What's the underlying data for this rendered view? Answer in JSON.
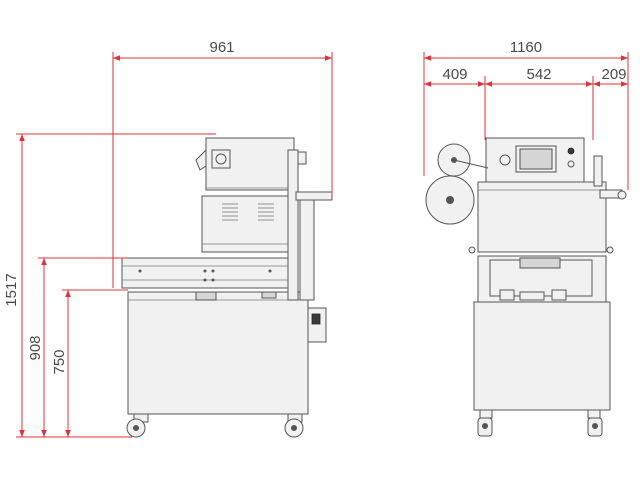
{
  "colors": {
    "dimension_line": "#e0303a",
    "outline": "#555555",
    "panel": "#f1f1f1",
    "background": "#ffffff"
  },
  "dimensions": {
    "side_width": "961",
    "front_total_width": "1160",
    "front_left_reel": "409",
    "front_body": "542",
    "front_right_arm": "209",
    "total_height": "1517",
    "tray_height": "908",
    "table_height": "750"
  },
  "icons": {
    "control_screen": "touch-screen-icon",
    "emergency_stop": "emergency-stop-icon"
  }
}
